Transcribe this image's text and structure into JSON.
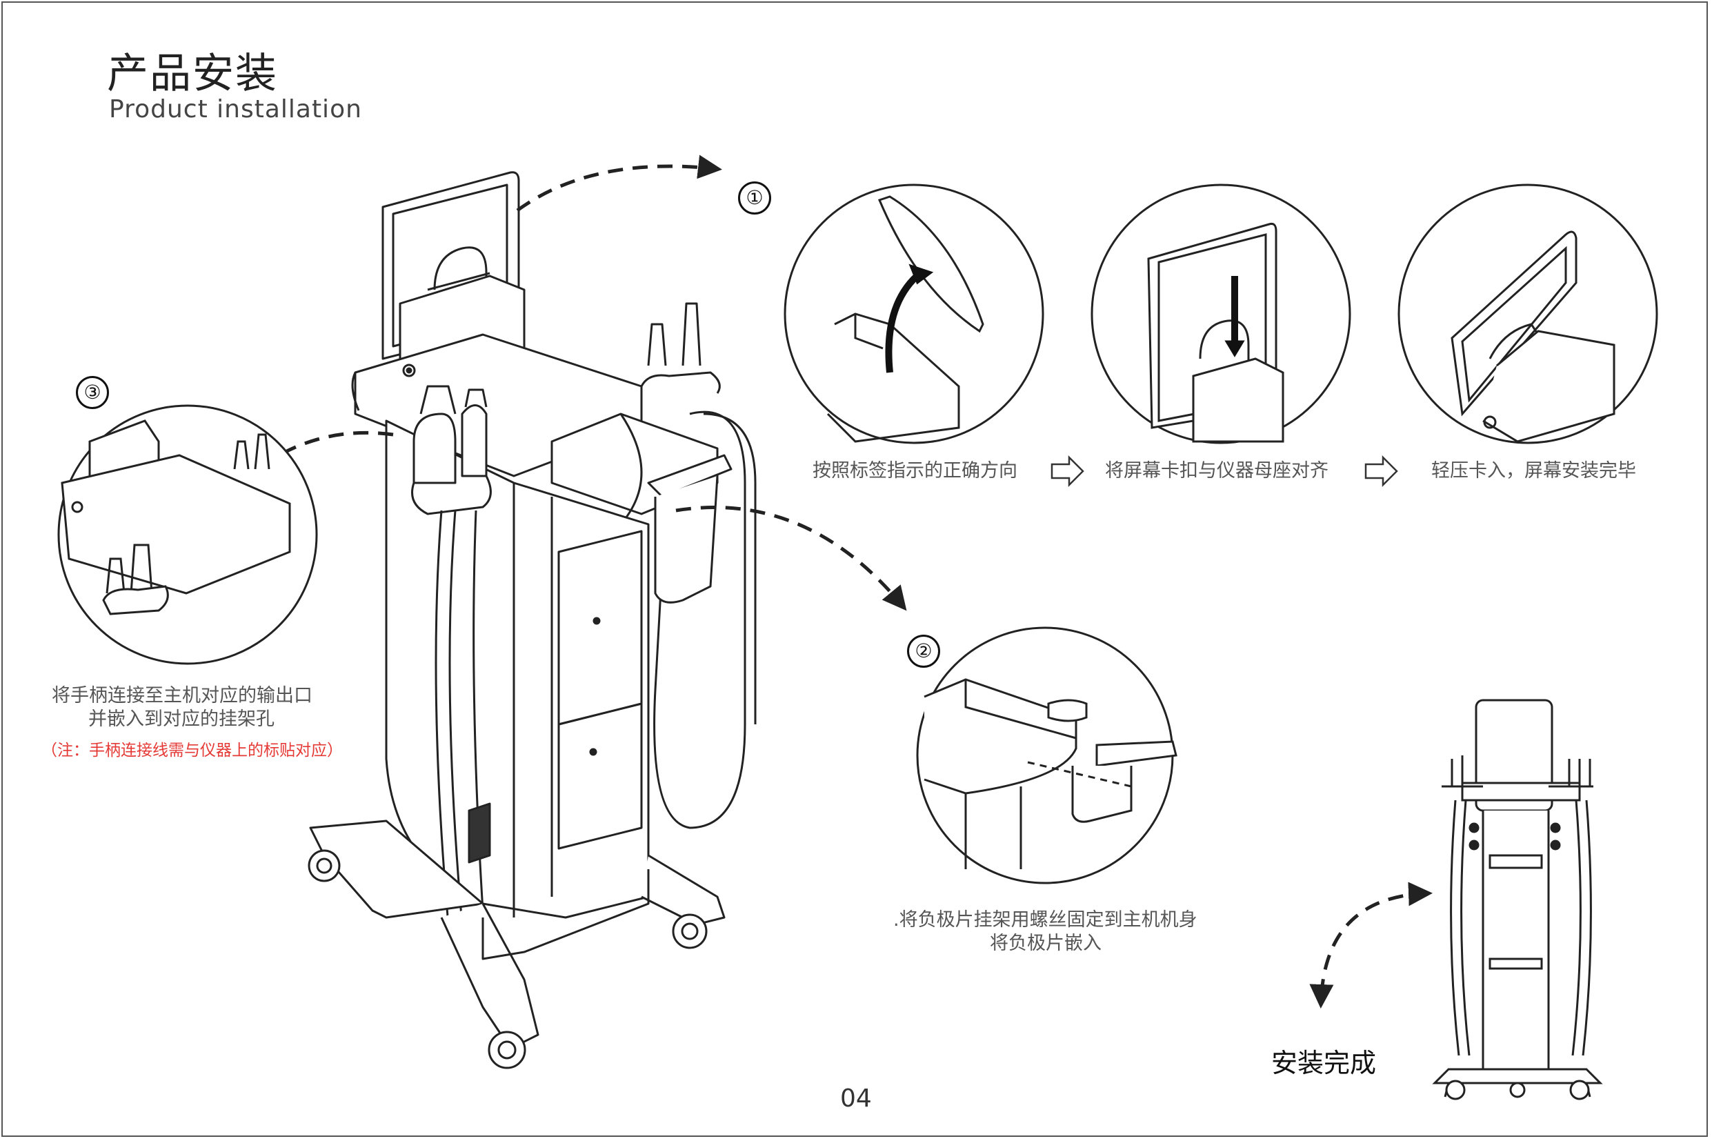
{
  "header": {
    "title_cn": "产品安装",
    "title_en": "Product installation"
  },
  "steps": {
    "step1": {
      "number": "①",
      "captions": [
        "按照标签指示的正确方向",
        "将屏幕卡扣与仪器母座对齐",
        "轻压卡入，屏幕安装完毕"
      ]
    },
    "step2": {
      "number": "②",
      "caption_line1": ".将负极片挂架用螺丝固定到主机机身",
      "caption_line2": "将负极片嵌入"
    },
    "step3": {
      "number": "③",
      "caption_line1": "将手柄连接至主机对应的输出口",
      "caption_line2": "并嵌入到对应的挂架孔",
      "note": "（注：手柄连接线需与仪器上的标贴对应）"
    }
  },
  "completion_label": "安装完成",
  "page_number": "04",
  "colors": {
    "line": "#222222",
    "caption": "#555555",
    "note": "#e53935"
  }
}
